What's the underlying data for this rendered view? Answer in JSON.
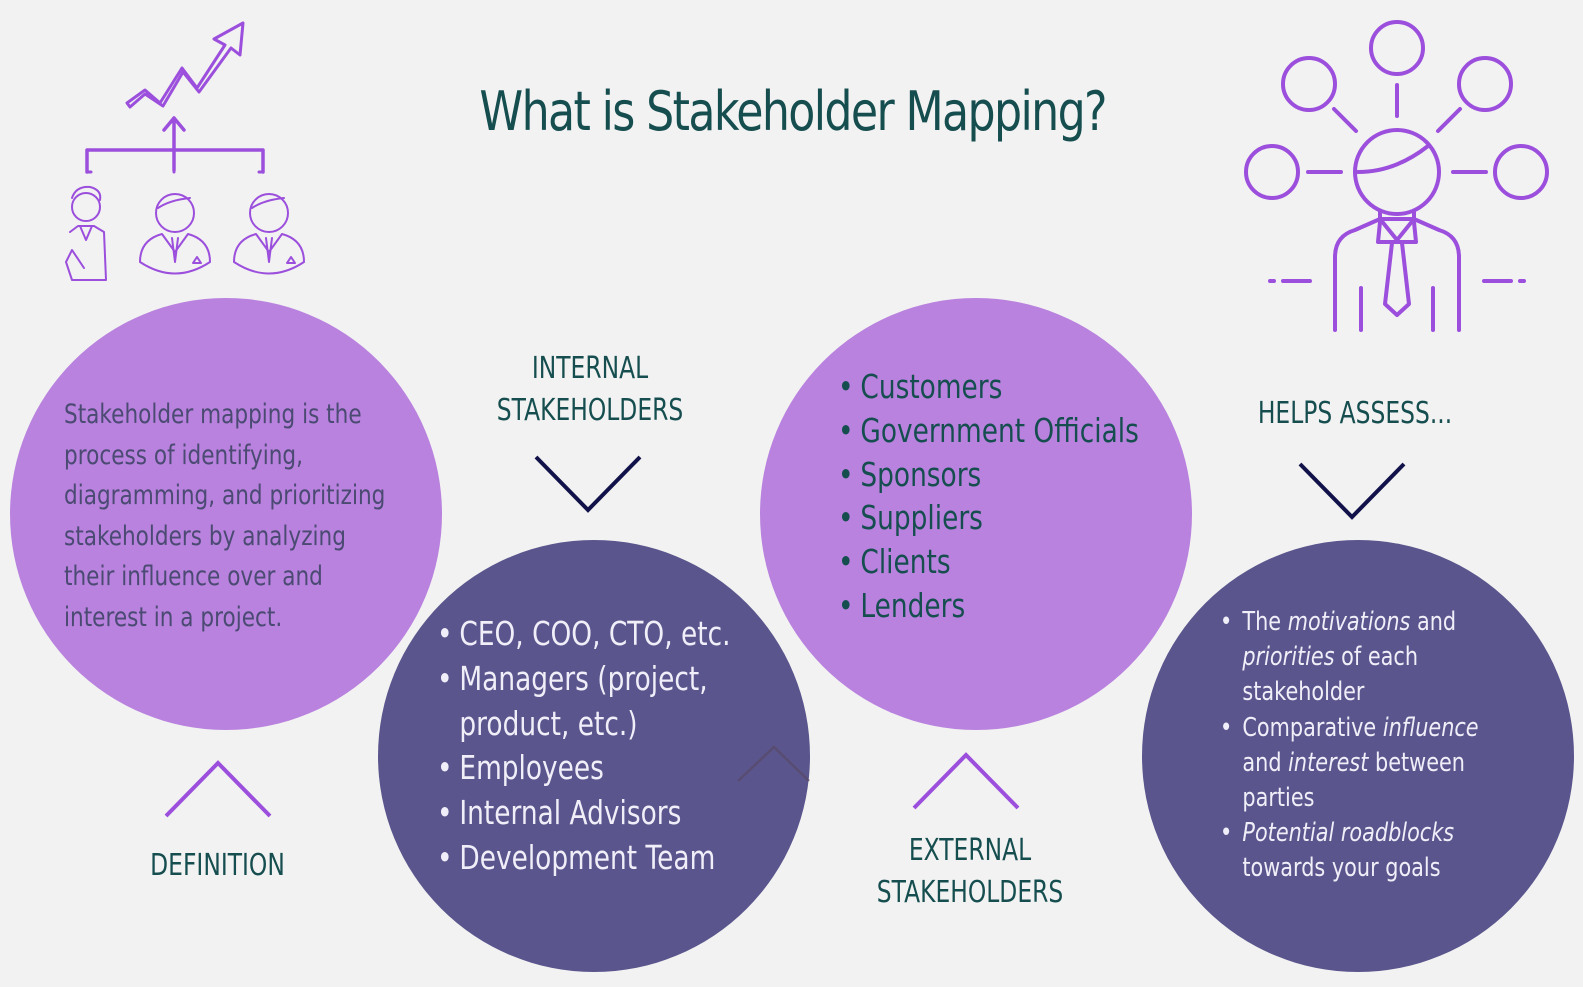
{
  "title": "What is Stakeholder Mapping?",
  "colors": {
    "background": "#f2f2f2",
    "light_circle": "#b982df",
    "dark_circle": "#5a568d",
    "heading_teal": "#164e50",
    "icon_purple": "#9b4fdc",
    "navy_chevron": "#12124a"
  },
  "definition": {
    "label": "DEFINITION",
    "lines": [
      "Stakeholder mapping is the",
      "process of identifying,",
      "diagramming, and prioritizing",
      "stakeholders by analyzing",
      "their influence over and",
      "interest in a project."
    ]
  },
  "internal": {
    "label_line1": "INTERNAL",
    "label_line2": "STAKEHOLDERS",
    "items": [
      "CEO, COO, CTO, etc.",
      "Managers (project,",
      "product, etc.)",
      "Employees",
      "Internal Advisors",
      "Development Team"
    ]
  },
  "external": {
    "label_line1": "EXTERNAL",
    "label_line2": "STAKEHOLDERS",
    "items": [
      "Customers",
      "Government Officials",
      "Sponsors",
      "Suppliers",
      "Clients",
      "Lenders"
    ]
  },
  "helps_assess": {
    "label": "HELPS ASSESS...",
    "items": [
      {
        "pre": "The ",
        "em": "motivations",
        "post": " and"
      },
      {
        "pre": "",
        "em": "priorities",
        "post": " of each"
      },
      {
        "pre": "stakeholder",
        "em": "",
        "post": ""
      },
      {
        "pre": "Comparative ",
        "em": "influence",
        "post": ""
      },
      {
        "pre": "and ",
        "em": "interest",
        "post": " between"
      },
      {
        "pre": "parties",
        "em": "",
        "post": ""
      },
      {
        "pre": "",
        "em": "Potential roadblocks",
        "post": ""
      },
      {
        "pre": "towards your goals",
        "em": "",
        "post": ""
      }
    ]
  },
  "icons": {
    "top_left": "team-growth-icon",
    "top_right": "stakeholder-network-icon"
  }
}
